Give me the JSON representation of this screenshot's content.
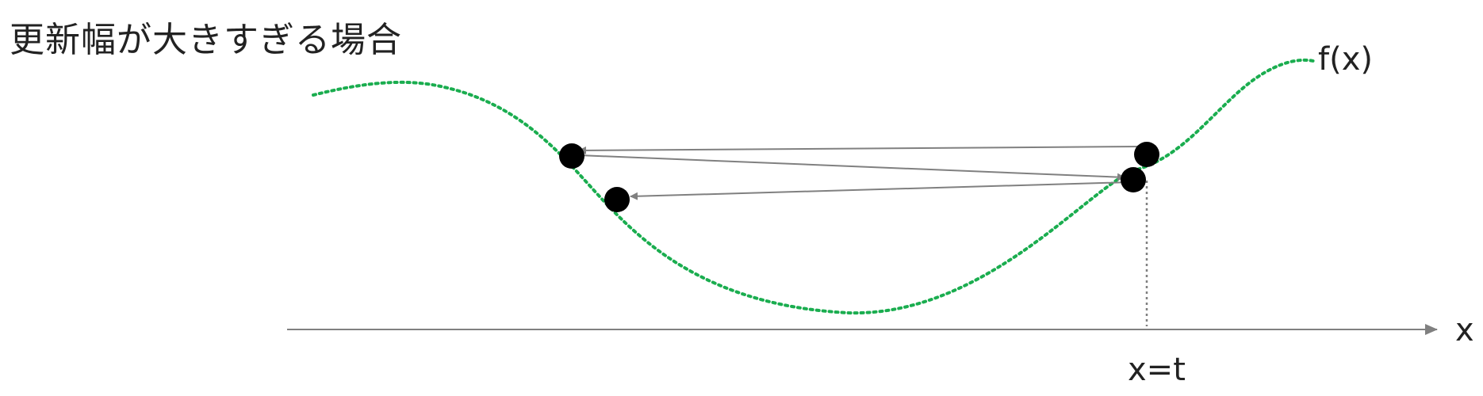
{
  "title": "更新幅が大きすぎる場合",
  "labels": {
    "curve": "f(x)",
    "x_axis": "x",
    "target": "x=t"
  },
  "colors": {
    "curve": "#1aad4f",
    "axis": "#808080",
    "arrow": "#808080",
    "point": "#000000",
    "text": "#222222"
  }
}
